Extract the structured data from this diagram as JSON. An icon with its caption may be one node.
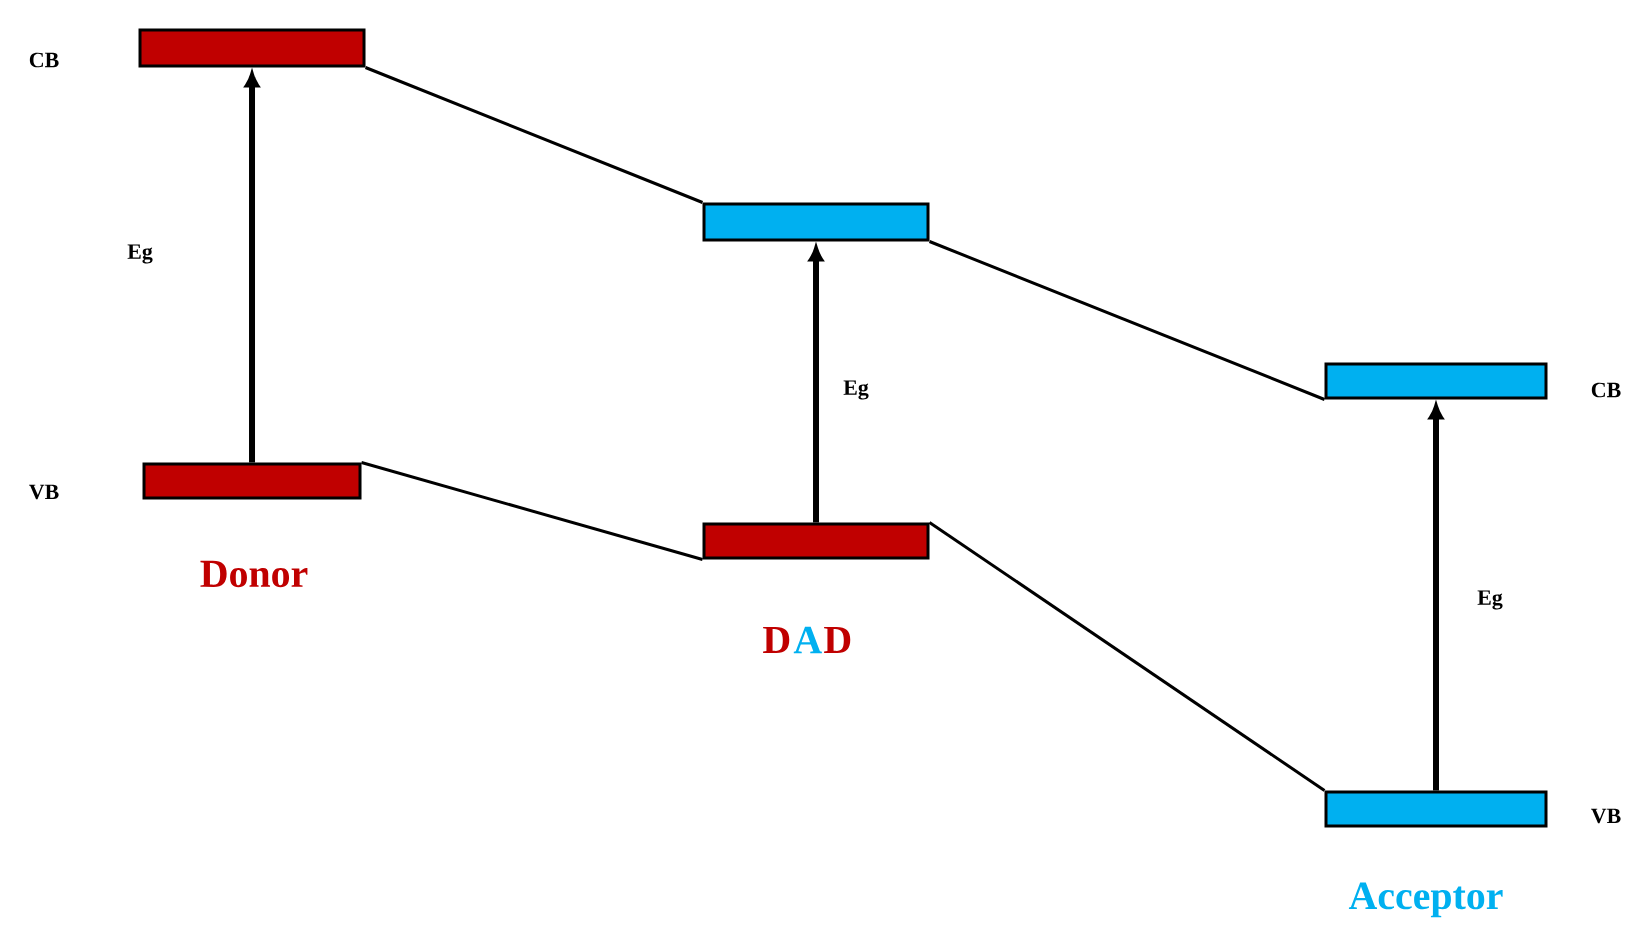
{
  "diagram": {
    "nodes": [
      {
        "text": [],
        "shape": "bar"
      },
      {
        "text": [],
        "shape": "bar"
      },
      {
        "text": [],
        "shape": "bar"
      },
      {
        "text": [],
        "shape": "bar"
      },
      {
        "text": [],
        "shape": "bar"
      },
      {
        "text": [],
        "shape": "bar"
      }
    ],
    "edges": [
      {
        "from": 0,
        "to": 2,
        "arrow": "none"
      },
      {
        "from": 2,
        "to": 4,
        "arrow": "none"
      },
      {
        "from": 1,
        "to": 3,
        "arrow": "none"
      },
      {
        "from": 3,
        "to": 5,
        "arrow": "none"
      },
      {
        "from": 1,
        "to": 0,
        "arrow": "to",
        "label": "Eg",
        "style": "thick"
      },
      {
        "from": 3,
        "to": 2,
        "arrow": "to",
        "label": "Eg",
        "style": "thick"
      },
      {
        "from": 5,
        "to": 4,
        "arrow": "to",
        "label": "Eg",
        "style": "thick"
      }
    ],
    "labels": [
      "CB",
      "VB",
      "Donor",
      "D",
      "A",
      "D",
      "CB",
      "VB",
      "Acceptor"
    ]
  }
}
